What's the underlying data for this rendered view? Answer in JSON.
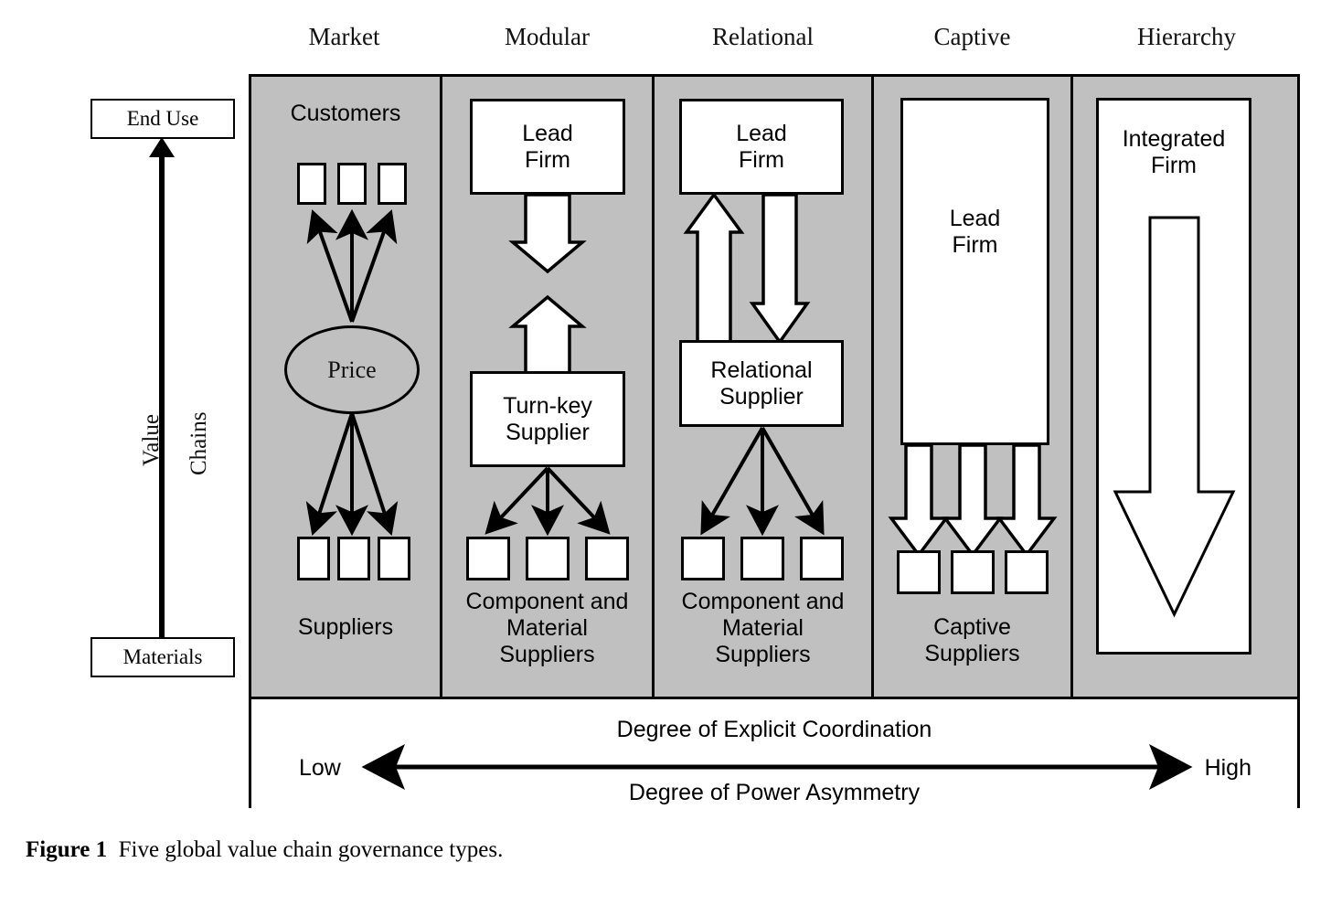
{
  "figure": {
    "caption_label": "Figure 1",
    "caption_text": "Five global value chain governance types."
  },
  "axis": {
    "top_label": "End Use",
    "bottom_label": "Materials",
    "rotated_left": "Value",
    "rotated_right": "Chains"
  },
  "columns": [
    {
      "id": "market",
      "header": "Market",
      "top_label": "Customers",
      "bottom_label": "Suppliers",
      "node_label": "Price",
      "top_nodes": 3,
      "bottom_nodes": 3
    },
    {
      "id": "modular",
      "header": "Modular",
      "lead_label": "Lead\nFirm",
      "supplier_label": "Turn-key\nSupplier",
      "bottom_label": "Component and\nMaterial\nSuppliers",
      "bottom_nodes": 3
    },
    {
      "id": "relational",
      "header": "Relational",
      "lead_label": "Lead\nFirm",
      "supplier_label": "Relational\nSupplier",
      "bottom_label": "Component and\nMaterial\nSuppliers",
      "bottom_nodes": 3
    },
    {
      "id": "captive",
      "header": "Captive",
      "lead_label": "Lead\nFirm",
      "bottom_label": "Captive\nSuppliers",
      "bottom_nodes": 3
    },
    {
      "id": "hierarchy",
      "header": "Hierarchy",
      "lead_label": "Integrated\nFirm"
    }
  ],
  "scale": {
    "top_text": "Degree of Explicit Coordination",
    "bottom_text": "Degree of Power Asymmetry",
    "left_end": "Low",
    "right_end": "High"
  },
  "colors": {
    "panel_fill": "#C0C0C0",
    "shape_fill": "#FFFFFF",
    "stroke": "#000000",
    "page_background": "#FFFFFF"
  }
}
